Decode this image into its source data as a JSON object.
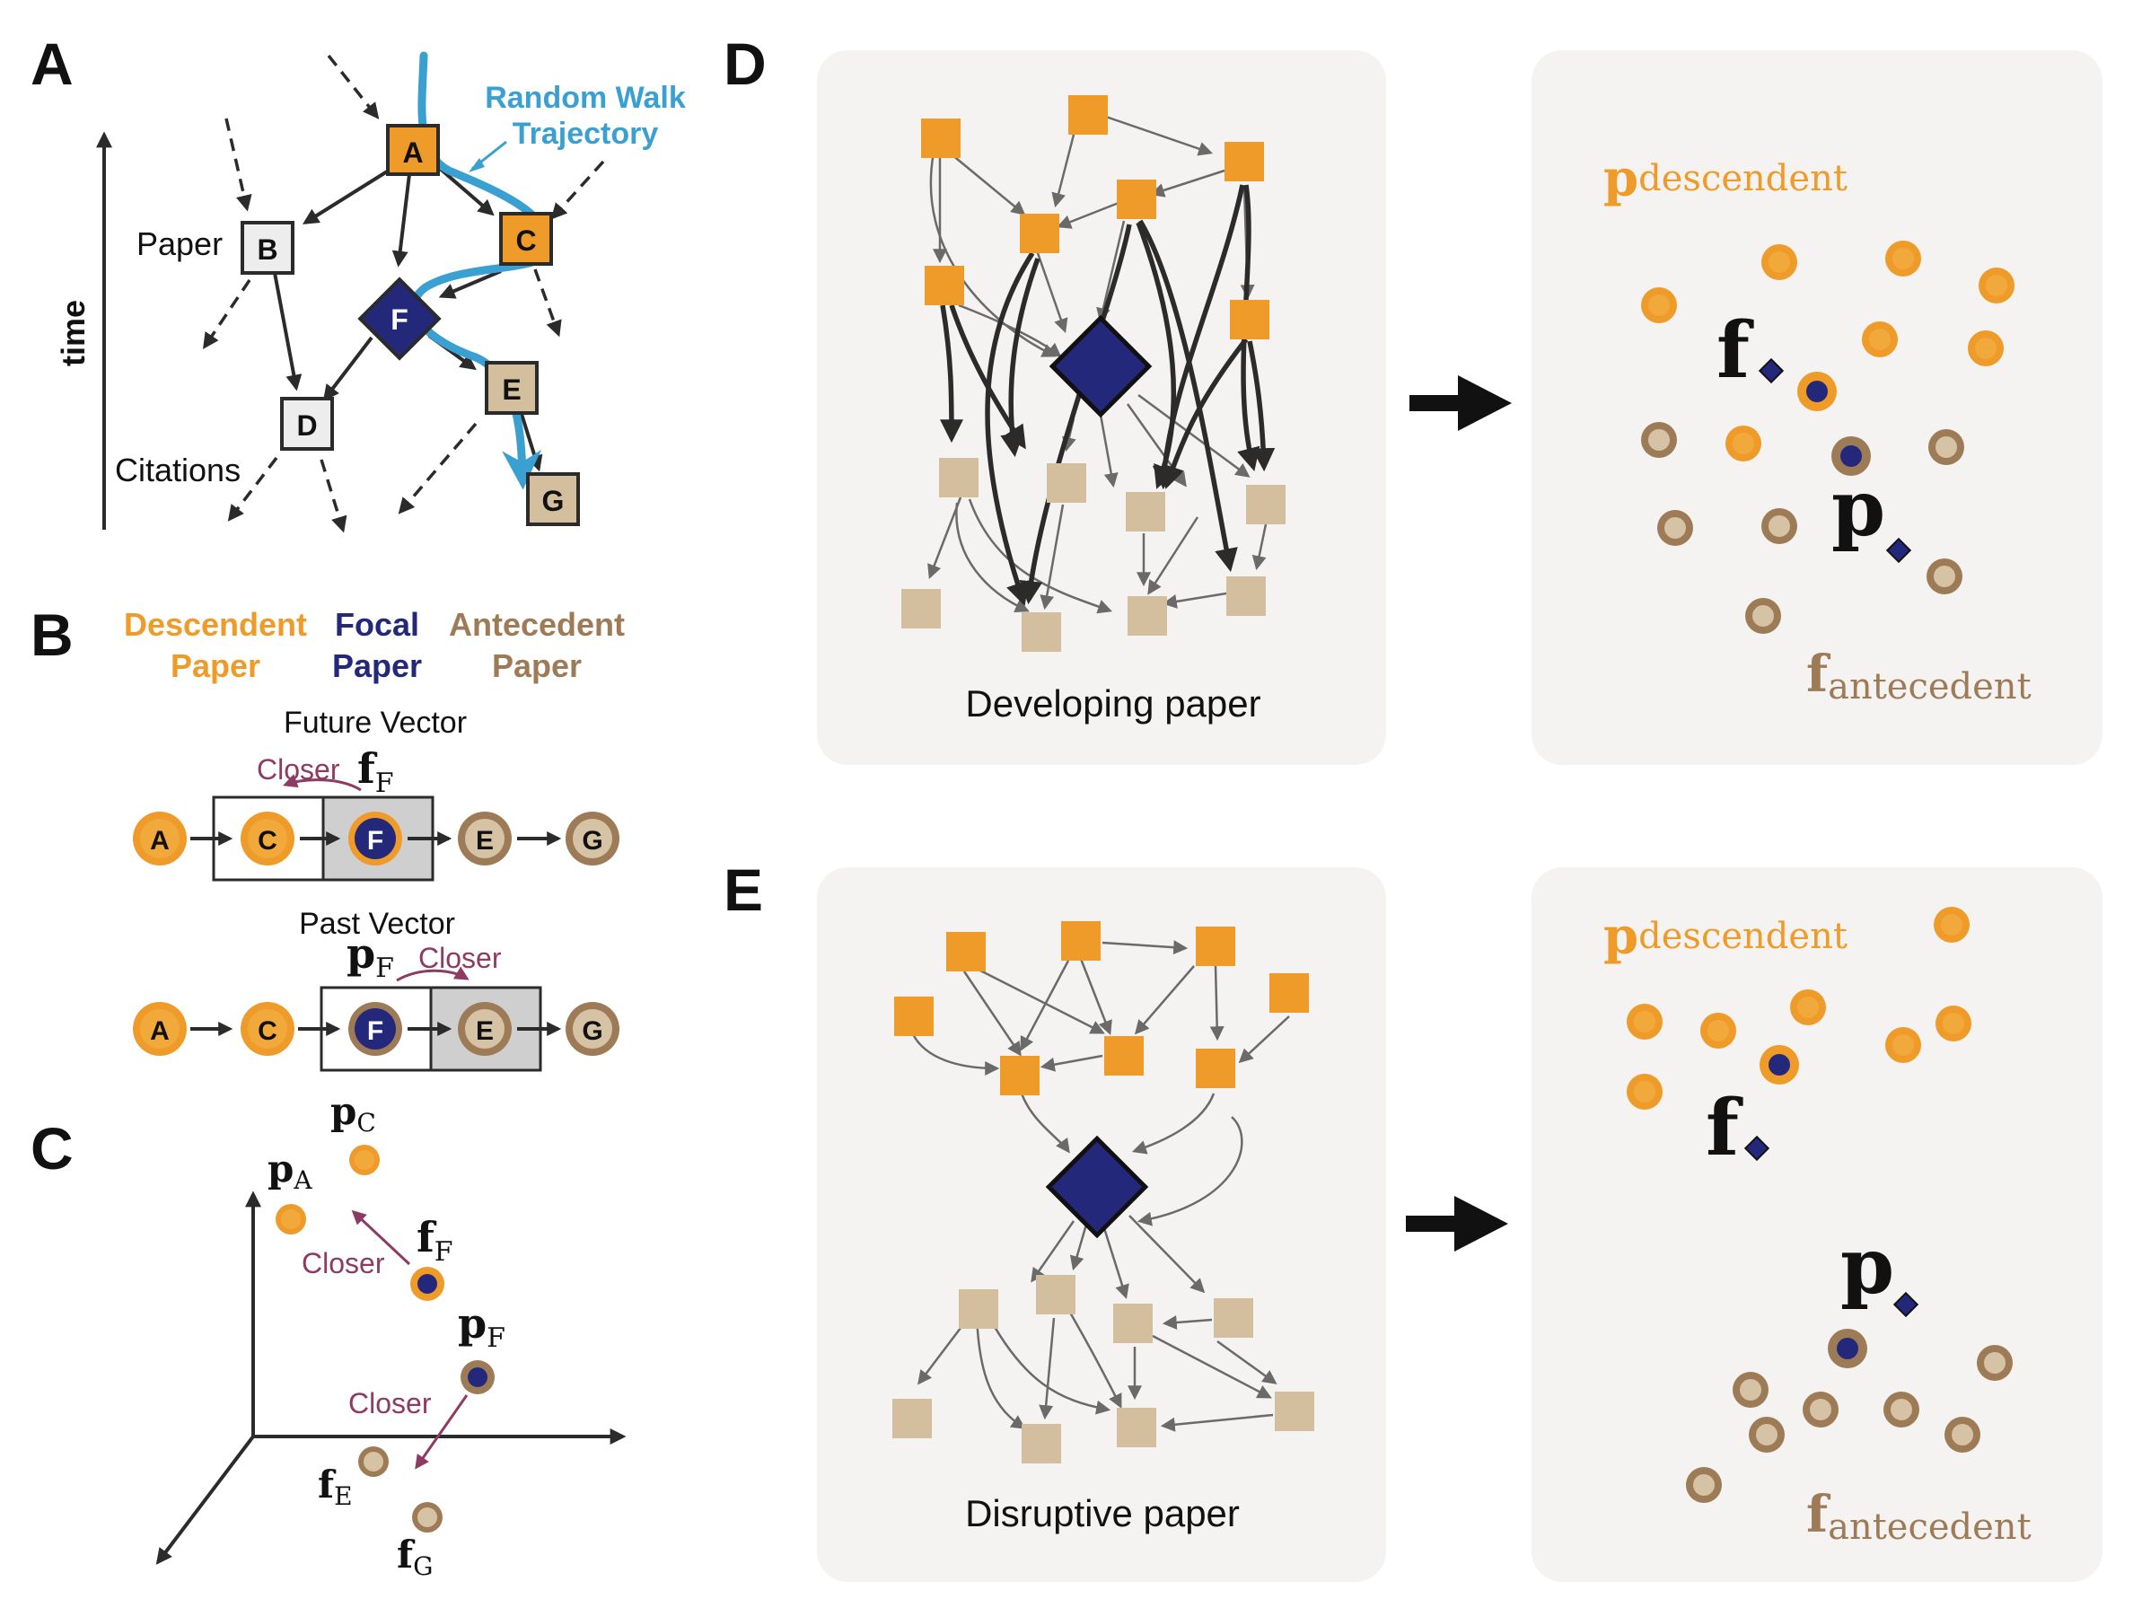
{
  "colors": {
    "descendent": "#EE9B2A",
    "descendent_inner": "#F2A93B",
    "focal": "#23287A",
    "antecedent": "#9E7B57",
    "antecedent_inner": "#D6C3A6",
    "square_antecedent": "#D3BF9E",
    "closer": "#8E3B63",
    "walk": "#3AA0D2",
    "panel_bg": "#F4F3F2",
    "arrow_dark": "#2b2b2b",
    "arrow_grey": "#6a6a6a"
  },
  "panel_labels": {
    "a": "A",
    "b": "B",
    "c": "C",
    "d": "D",
    "e": "E"
  },
  "panel_a": {
    "random_walk_line1": "Random Walk",
    "random_walk_line2": "Trajectory",
    "paper_label": "Paper",
    "citations_label": "Citations",
    "time_label": "time",
    "nodes": {
      "a": "A",
      "b": "B",
      "c": "C",
      "d": "D",
      "e": "E",
      "f": "F",
      "g": "G"
    }
  },
  "panel_b": {
    "descendent_line1": "Descendent",
    "descendent_line2": "Paper",
    "focal_line1": "Focal",
    "focal_line2": "Paper",
    "antecedent_line1": "Antecedent",
    "antecedent_line2": "Paper",
    "future_title": "Future Vector",
    "past_title": "Past Vector",
    "closer": "Closer",
    "f_main": "f",
    "f_sub": "F",
    "p_main": "p",
    "p_sub": "F",
    "nodes": {
      "a": "A",
      "c": "C",
      "f": "F",
      "e": "E",
      "g": "G"
    }
  },
  "panel_c": {
    "closer_top": "Closer",
    "closer_bottom": "Closer",
    "pC_main": "p",
    "pC_sub": "C",
    "pA_main": "p",
    "pA_sub": "A",
    "fF_main": "f",
    "fF_sub": "F",
    "pF_main": "p",
    "pF_sub": "F",
    "fE_main": "f",
    "fE_sub": "E",
    "fG_main": "f",
    "fG_sub": "G"
  },
  "panel_d": {
    "caption": "Developing paper",
    "p_main": "p",
    "p_sub": "descendent",
    "f_main": "f",
    "f_sub": "antecedent",
    "f_label": "f",
    "p_label": "p"
  },
  "panel_e": {
    "caption": "Disruptive paper",
    "p_main": "p",
    "p_sub": "descendent",
    "f_main": "f",
    "f_sub": "antecedent",
    "f_label": "f",
    "p_label": "p"
  }
}
